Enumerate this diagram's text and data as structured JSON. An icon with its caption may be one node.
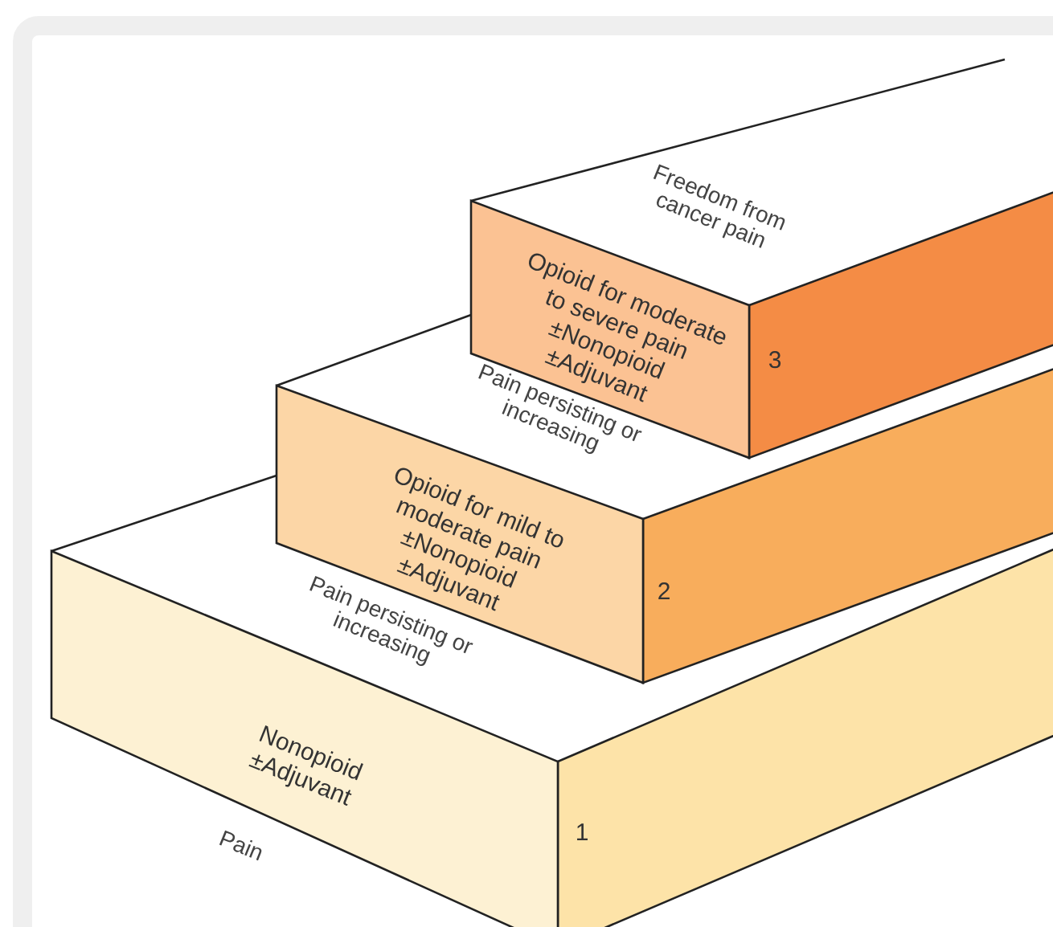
{
  "diagram": {
    "nodes": [
      {
        "text": [
          "Opioid for moderate to severe pain ±Nonopioid ±Adjuvant",
          "3"
        ]
      },
      {
        "text": [
          "Opioid for mild to moderate pain ±Nonopioid ±Adjuvant",
          "2"
        ]
      },
      {
        "text": [
          "Nonopioid ±Adjuvant",
          "1"
        ]
      }
    ],
    "labels": [
      "Freedom from cancer pain",
      "Pain persisting or increasing",
      "Pain persisting or increasing",
      "Pain"
    ]
  }
}
